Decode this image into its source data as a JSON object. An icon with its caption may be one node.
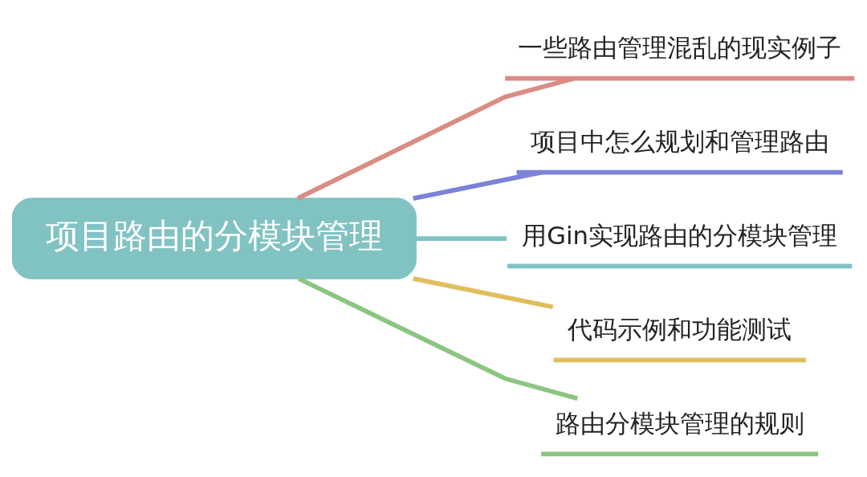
{
  "diagram": {
    "nodes": [
      {
        "text": [
          "项目路由的分模块管理"
        ]
      },
      {
        "text": [
          "一些路由管理混乱的现实例子"
        ]
      },
      {
        "text": [
          "项目中怎么规划和管理路由"
        ]
      },
      {
        "text": [
          "用Gin实现路由的分模块管理"
        ]
      },
      {
        "text": [
          "代码示例和功能测试"
        ]
      },
      {
        "text": [
          "路由分模块管理的规则"
        ]
      }
    ],
    "edges": [
      {
        "from": 0,
        "to": 1,
        "arrow": "none",
        "color": "#d98c84"
      },
      {
        "from": 0,
        "to": 2,
        "arrow": "none",
        "color": "#7b82d8"
      },
      {
        "from": 0,
        "to": 3,
        "arrow": "none",
        "color": "#80c3c2"
      },
      {
        "from": 0,
        "to": 4,
        "arrow": "none",
        "color": "#e0bd5e"
      },
      {
        "from": 0,
        "to": 5,
        "arrow": "none",
        "color": "#8cc582"
      }
    ]
  }
}
